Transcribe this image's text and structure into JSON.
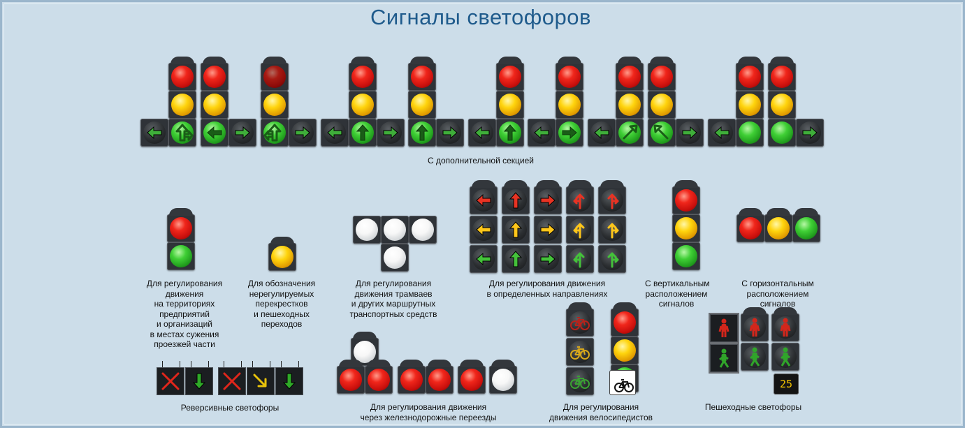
{
  "title": "Сигналы светофоров",
  "captions": {
    "additional_section": [
      "С дополнительной секцией"
    ],
    "enterprises": [
      "Для регулирования",
      "движения",
      "на территориях",
      "предприятий",
      "и организаций",
      "в местах сужения",
      "проезжей части"
    ],
    "unregulated": [
      "Для обозначения",
      "нерегулируемых",
      "перекрестков",
      "и пешеходных",
      "переходов"
    ],
    "trams": [
      "Для регулирования",
      "движения трамваев",
      "и других маршрутных",
      "транспортных средств"
    ],
    "directions": [
      "Для регулирования движения",
      "в определенных направлениях"
    ],
    "vertical": [
      "С вертикальным",
      "расположением",
      "сигналов"
    ],
    "horizontal": [
      "С горизонтальным",
      "расположением",
      "сигналов"
    ],
    "reversible": [
      "Реверсивные светофоры"
    ],
    "railway": [
      "Для регулирования движения",
      "через железнодорожные переезды"
    ],
    "cyclists": [
      "Для регулирования",
      "движения велосипедистов"
    ],
    "pedestrian": [
      "Пешеходные светофоры"
    ]
  },
  "countdown_display": "25",
  "colors": {
    "background": "#ccdde9",
    "title": "#1f5b8c",
    "red": "#e8201a",
    "yellow": "#ffd000",
    "green": "#35c232",
    "white": "#f2f2f2"
  }
}
